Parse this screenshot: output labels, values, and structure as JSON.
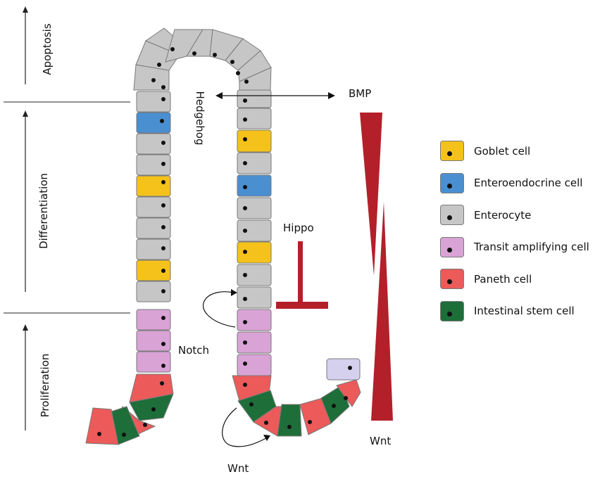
{
  "axis_labels": {
    "apoptosis": "Apoptosis",
    "differentiation": "Differentiation",
    "proliferation": "Proliferation"
  },
  "signals": {
    "hedgehog": "Hedgehog",
    "bmp": "BMP",
    "hippo": "Hippo",
    "notch": "Notch",
    "wnt_bottom": "Wnt",
    "wnt_gradient": "Wnt"
  },
  "legend": [
    {
      "label": "Goblet cell",
      "color": "#f4c21a"
    },
    {
      "label": "Enteroendocrine cell",
      "color": "#4a8fd0"
    },
    {
      "label": "Enterocyte",
      "color": "#c6c6c6"
    },
    {
      "label": "Transit amplifying cell",
      "color": "#d9a3d6"
    },
    {
      "label": "Paneth cell",
      "color": "#ec5a5a"
    },
    {
      "label": "Intestinal stem cell",
      "color": "#1e6e3a"
    }
  ],
  "colors": {
    "goblet": "#f4c21a",
    "enteroendocrine": "#4a8fd0",
    "enterocyte": "#c6c6c6",
    "transit": "#d9a3d6",
    "paneth": "#ec5a5a",
    "stem": "#1e6e3a",
    "signal_red": "#b3202a",
    "lavender": "#d4d0ee"
  }
}
